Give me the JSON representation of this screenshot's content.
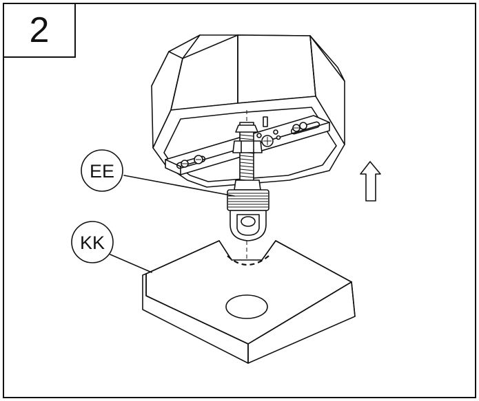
{
  "step_number": "2",
  "callouts": [
    {
      "label": "EE"
    },
    {
      "label": "KK"
    }
  ],
  "icons": {
    "direction": "up-arrow-icon"
  },
  "colors": {
    "line": "#111111",
    "background": "#ffffff",
    "shade": "#f2f2f2"
  }
}
